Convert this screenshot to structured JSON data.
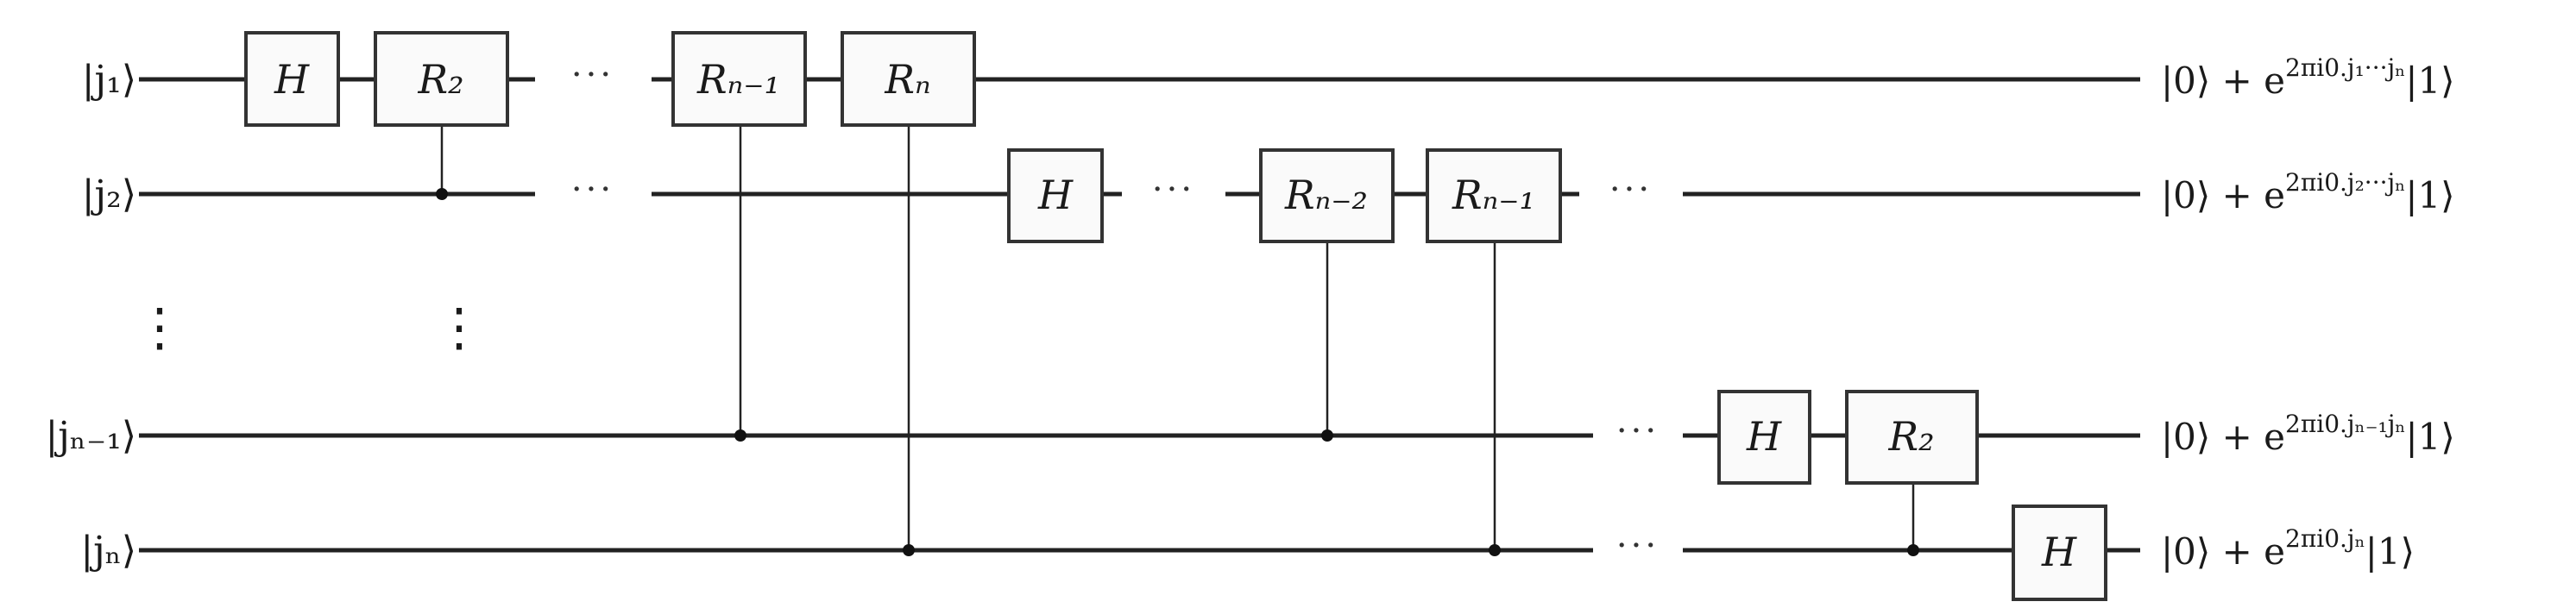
{
  "inputs": [
    "|j₁⟩",
    "|j₂⟩",
    "|jₙ₋₁⟩",
    "|jₙ⟩"
  ],
  "gates": {
    "h": "H",
    "r2": "R₂",
    "rn_minus_1": "Rₙ₋₁",
    "rn": "Rₙ",
    "rn_minus_2": "Rₙ₋₂"
  },
  "ellipsis_h": "···",
  "ellipsis_v": "⋮",
  "outputs": [
    {
      "prefix": "|0⟩ + e",
      "exponent": "2πi0.j₁···jₙ",
      "suffix": "|1⟩"
    },
    {
      "prefix": "|0⟩ + e",
      "exponent": "2πi0.j₂···jₙ",
      "suffix": "|1⟩"
    },
    {
      "prefix": "|0⟩ + e",
      "exponent": "2πi0.jₙ₋₁jₙ",
      "suffix": "|1⟩"
    },
    {
      "prefix": "|0⟩ + e",
      "exponent": "2πi0.jₙ",
      "suffix": "|1⟩"
    }
  ]
}
